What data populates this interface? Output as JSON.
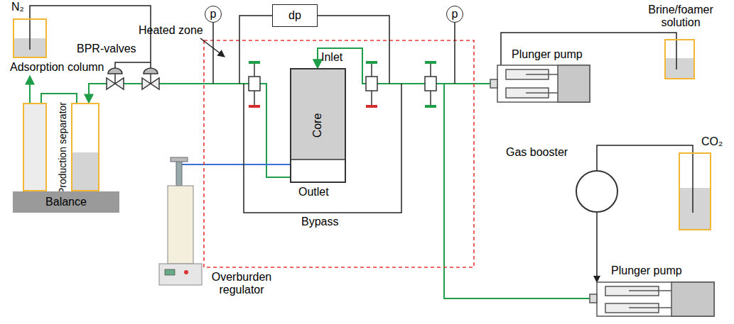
{
  "diagram": {
    "nodes": [
      {
        "text": [
          "N₂"
        ]
      },
      {
        "text": [
          "p"
        ]
      },
      {
        "text": [
          "dp"
        ]
      },
      {
        "text": [
          "p"
        ]
      },
      {
        "text": [
          "Brine/foamer solution"
        ]
      },
      {
        "text": [
          "Plunger pump"
        ]
      },
      {
        "text": [
          "Core"
        ]
      },
      {
        "text": [
          "Gas booster"
        ]
      },
      {
        "text": [
          "CO₂"
        ]
      },
      {
        "text": [
          "Plunger pump"
        ]
      },
      {
        "text": [
          "Adsorption column"
        ]
      },
      {
        "text": [
          "Production separator"
        ]
      },
      {
        "text": [
          "Balance"
        ]
      },
      {
        "text": [
          "Overburden regulator"
        ]
      }
    ],
    "edges": [
      {
        "from": 4,
        "to": 5,
        "arrow": "none"
      },
      {
        "from": 8,
        "to": 7,
        "arrow": "none"
      },
      {
        "from": 7,
        "to": 9,
        "arrow": "to"
      },
      {
        "from": 11,
        "to": 10,
        "arrow": "none"
      },
      {
        "from": 6,
        "to": 11,
        "arrow": "to"
      },
      {
        "from": 13,
        "to": 6,
        "arrow": "none"
      },
      {
        "from": 5,
        "to": 6,
        "arrow": "to"
      },
      {
        "from": 9,
        "to": 6,
        "arrow": "to"
      }
    ],
    "labels": [
      "Heated zone",
      "BPR-valves",
      "Inlet",
      "Outlet",
      "Bypass"
    ]
  }
}
